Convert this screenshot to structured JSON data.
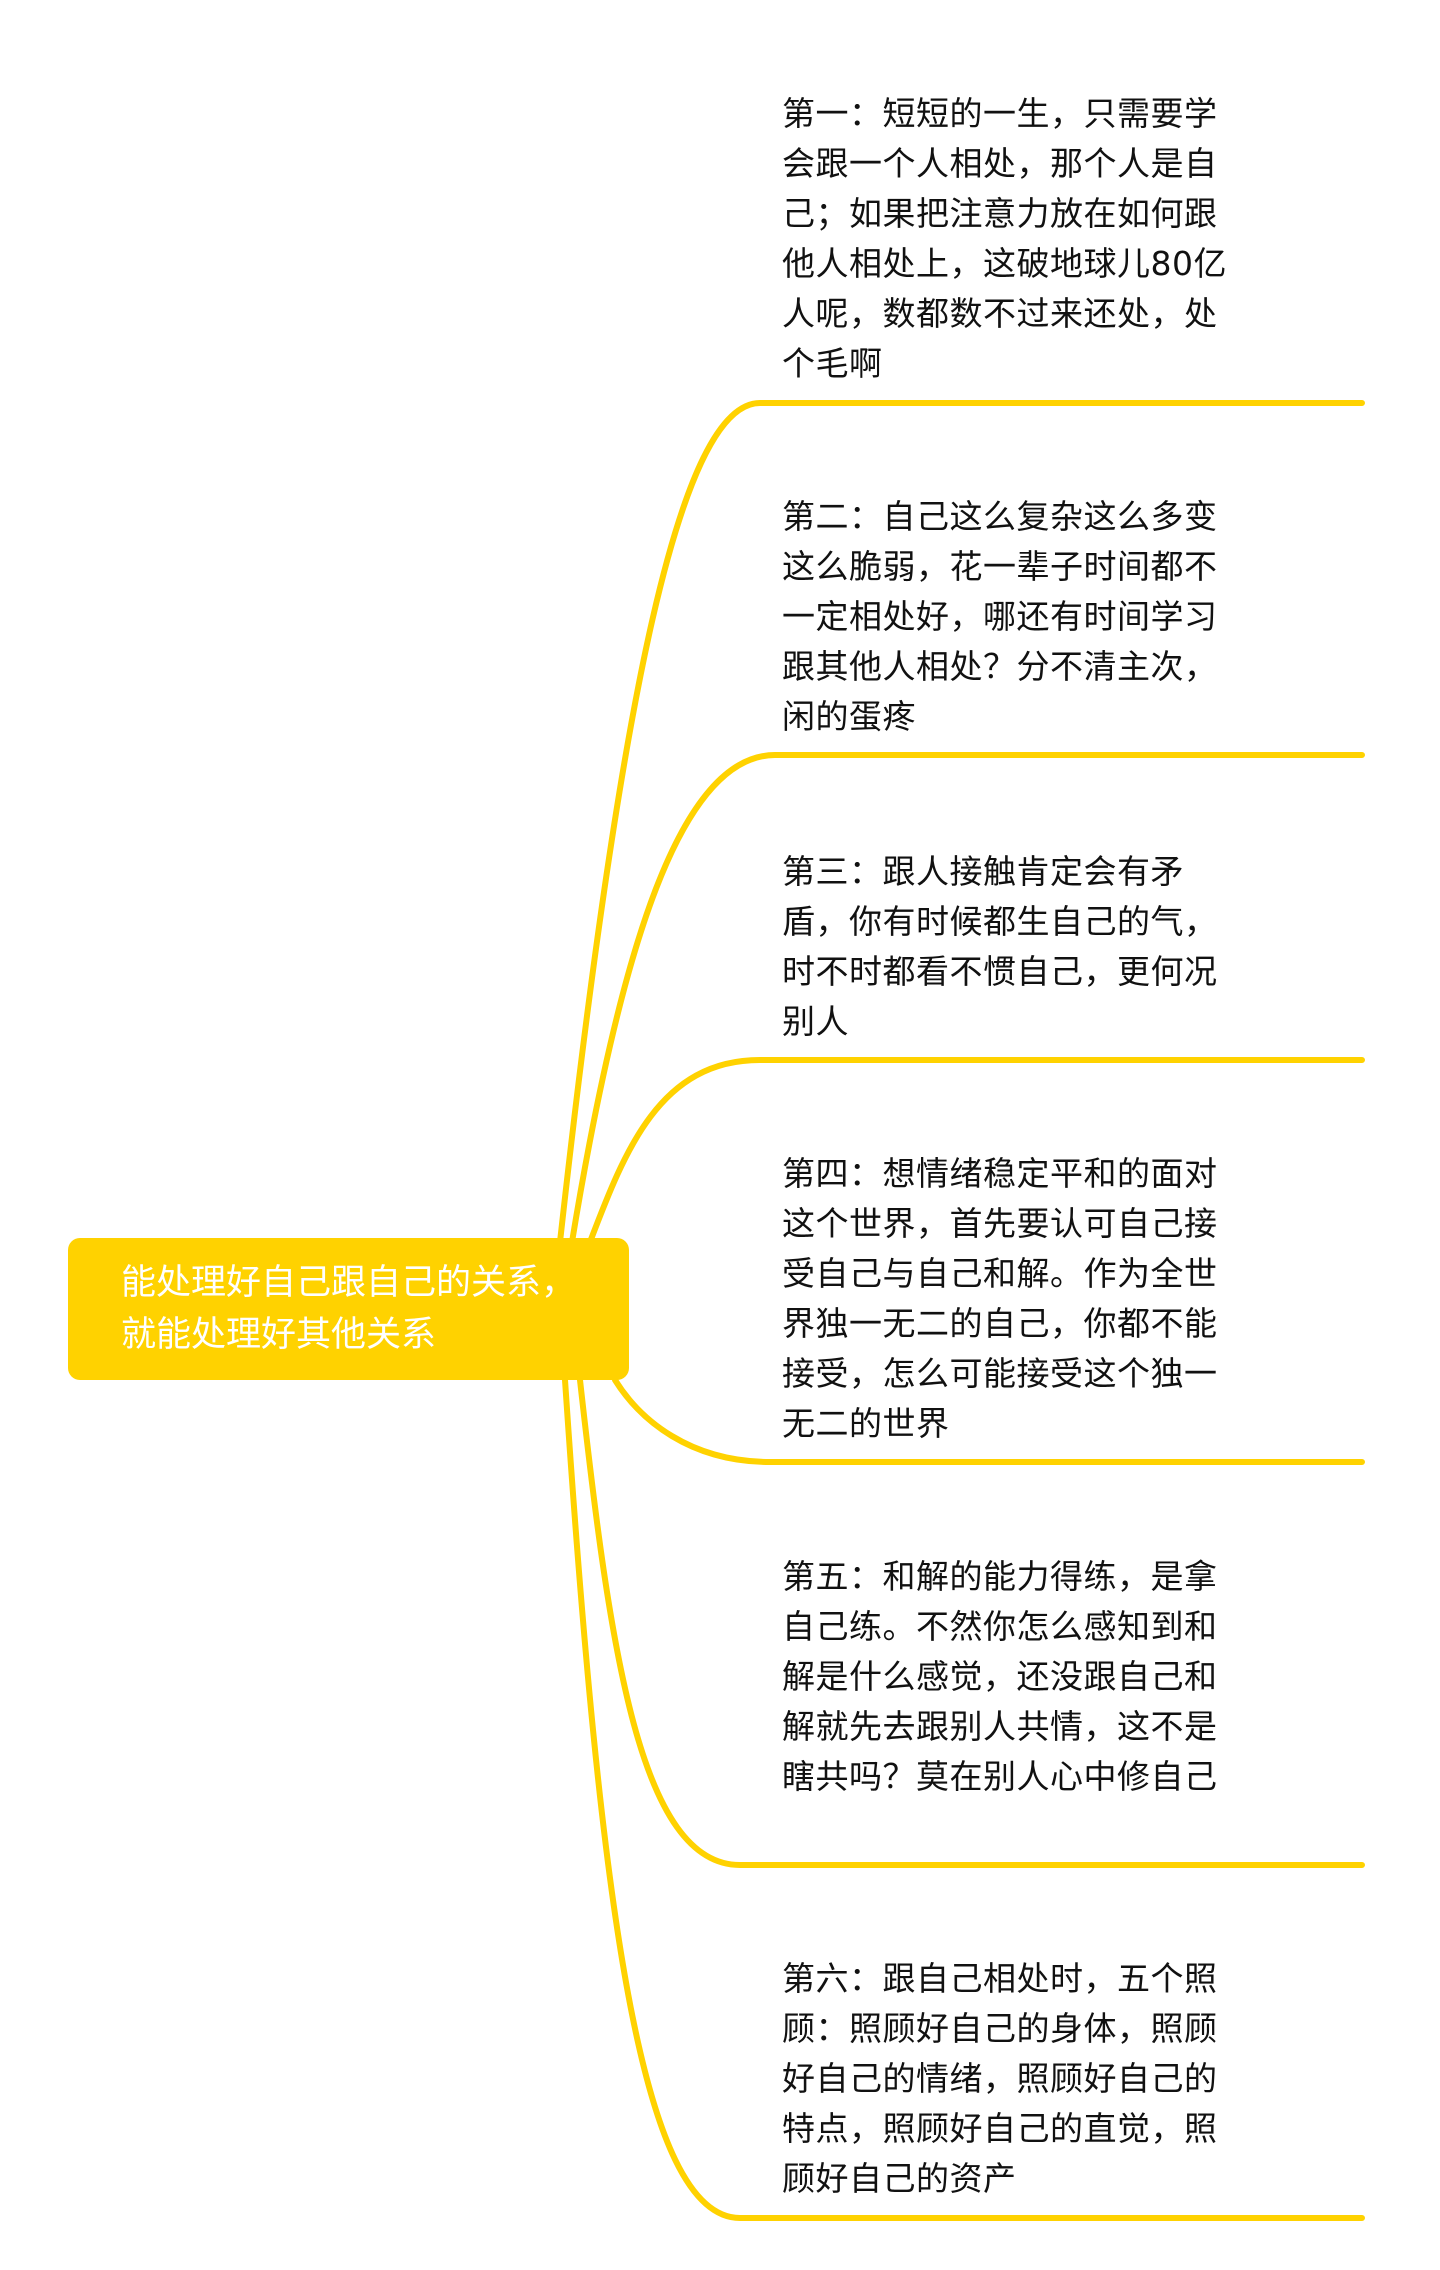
{
  "colors": {
    "accent": "#FFD200",
    "line": "#FFD200",
    "text": "#111111",
    "root_text": "#ffffff"
  },
  "root": {
    "label": "能处理好自己跟自己的关系，就能处理好其他关系"
  },
  "branches": [
    {
      "label": "第一：短短的一生，只需要学会跟一个人相处，那个人是自己；如果把注意力放在如何跟他人相处上，这破地球儿80亿人呢，数都数不过来还处，处个毛啊"
    },
    {
      "label": "第二：自己这么复杂这么多变这么脆弱，花一辈子时间都不一定相处好，哪还有时间学习跟其他人相处？分不清主次，闲的蛋疼"
    },
    {
      "label": "第三：跟人接触肯定会有矛盾，你有时候都生自己的气，时不时都看不惯自己，更何况别人"
    },
    {
      "label": "第四：想情绪稳定平和的面对这个世界，首先要认可自己接受自己与自己和解。作为全世界独一无二的自己，你都不能接受，怎么可能接受这个独一无二的世界"
    },
    {
      "label": "第五：和解的能力得练，是拿自己练。不然你怎么感知到和解是什么感觉，还没跟自己和解就先去跟别人共情，这不是瞎共吗？莫在别人心中修自己"
    },
    {
      "label": "第六：跟自己相处时，五个照顾：照顾好自己的身体，照顾好自己的情绪，照顾好自己的特点，照顾好自己的直觉，照顾好自己的资产"
    }
  ]
}
